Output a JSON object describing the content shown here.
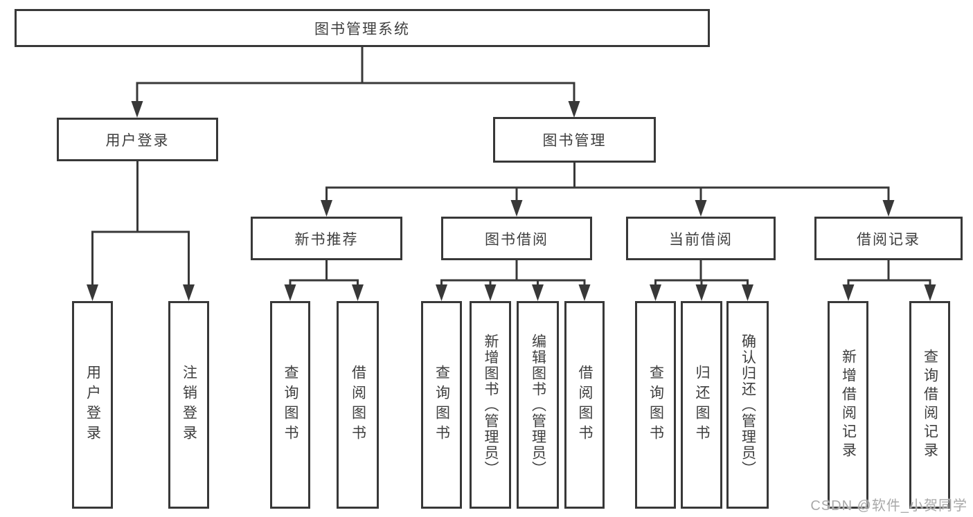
{
  "colors": {
    "background": "#ffffff",
    "box_border": "#383838",
    "connector": "#383838",
    "text": "#3e3e3e",
    "watermark": "#a9a9a9"
  },
  "watermark": "CSDN @软件_小贺同学",
  "tree": {
    "root": {
      "label": "图书管理系统"
    },
    "children": [
      {
        "label": "用户登录",
        "children": [
          {
            "label": "用户登录"
          },
          {
            "label": "注销登录"
          }
        ]
      },
      {
        "label": "图书管理",
        "children": [
          {
            "label": "新书推荐",
            "children": [
              {
                "label": "查询图书"
              },
              {
                "label": "借阅图书"
              }
            ]
          },
          {
            "label": "图书借阅",
            "children": [
              {
                "label": "查询图书"
              },
              {
                "label": "新增图书（管理员）"
              },
              {
                "label": "编辑图书（管理员）"
              },
              {
                "label": "借阅图书"
              }
            ]
          },
          {
            "label": "当前借阅",
            "children": [
              {
                "label": "查询图书"
              },
              {
                "label": "归还图书"
              },
              {
                "label": "确认归还（管理员）"
              }
            ]
          },
          {
            "label": "借阅记录",
            "children": [
              {
                "label": "新增借阅记录"
              },
              {
                "label": "查询借阅记录"
              }
            ]
          }
        ]
      }
    ]
  }
}
